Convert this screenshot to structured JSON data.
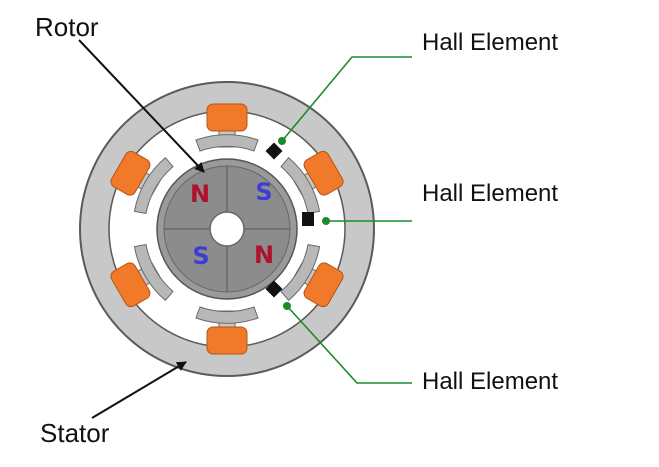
{
  "labels": {
    "rotor": "Rotor",
    "stator": "Stator",
    "hall_elements": [
      "Hall Element",
      "Hall Element",
      "Hall Element"
    ]
  },
  "rotor_poles": [
    "N",
    "S",
    "S",
    "N"
  ],
  "colors": {
    "stator_ring": "#c8c8c8",
    "stator_outline": "#5a5a5a",
    "rotor_body": "#8c8c8c",
    "coil": "#f07a2a",
    "hall_sensor": "#111111",
    "leader_line": "#1a8c2a",
    "pole_n": "#b0102a",
    "pole_s": "#3a3fd0"
  }
}
